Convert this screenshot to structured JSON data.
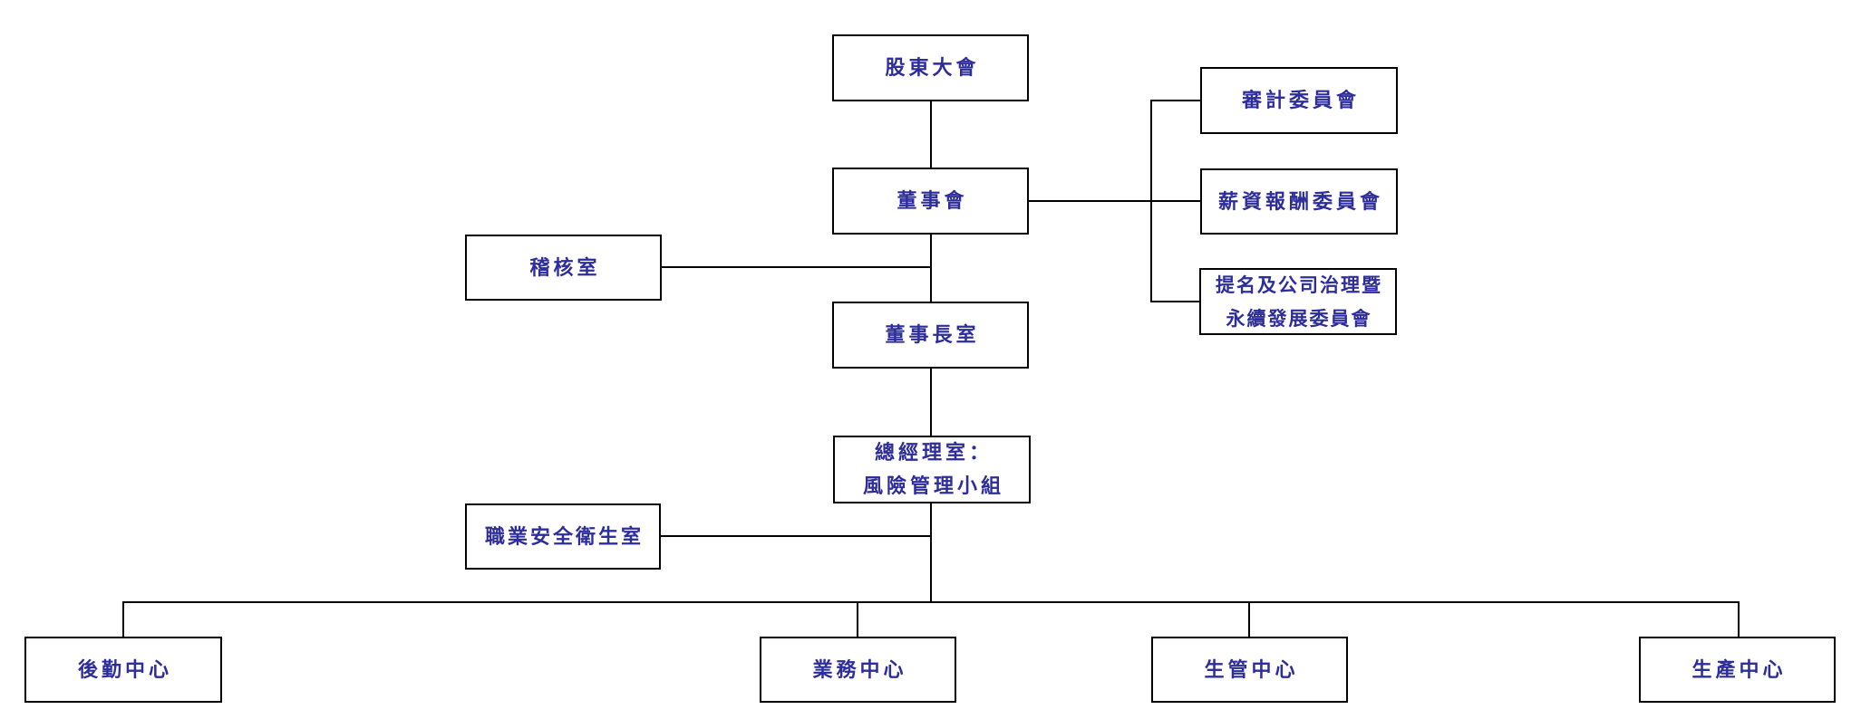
{
  "diagram": {
    "type": "org-chart",
    "colors": {
      "label": "#2D2D9B",
      "line": "#000000",
      "background": "#FFFFFF"
    }
  },
  "nodes": {
    "shareholders_meeting": {
      "label": "股東大會"
    },
    "board_of_directors": {
      "label": "董事會"
    },
    "audit_committee": {
      "label": "審計委員會"
    },
    "compensation_committee": {
      "label": "薪資報酬委員會"
    },
    "nomination_sustainability_committee": {
      "lines": [
        "提名及公司治理暨",
        "永續發展委員會"
      ]
    },
    "internal_audit_office": {
      "label": "稽核室"
    },
    "chairman_office": {
      "label": "董事長室"
    },
    "general_manager_office": {
      "lines": [
        "總經理室：",
        "風險管理小組"
      ]
    },
    "occupational_safety_health_office": {
      "label": "職業安全衛生室"
    },
    "logistics_center": {
      "label": "後勤中心"
    },
    "business_center": {
      "label": "業務中心"
    },
    "production_management_center": {
      "label": "生管中心"
    },
    "production_center": {
      "label": "生產中心"
    }
  }
}
